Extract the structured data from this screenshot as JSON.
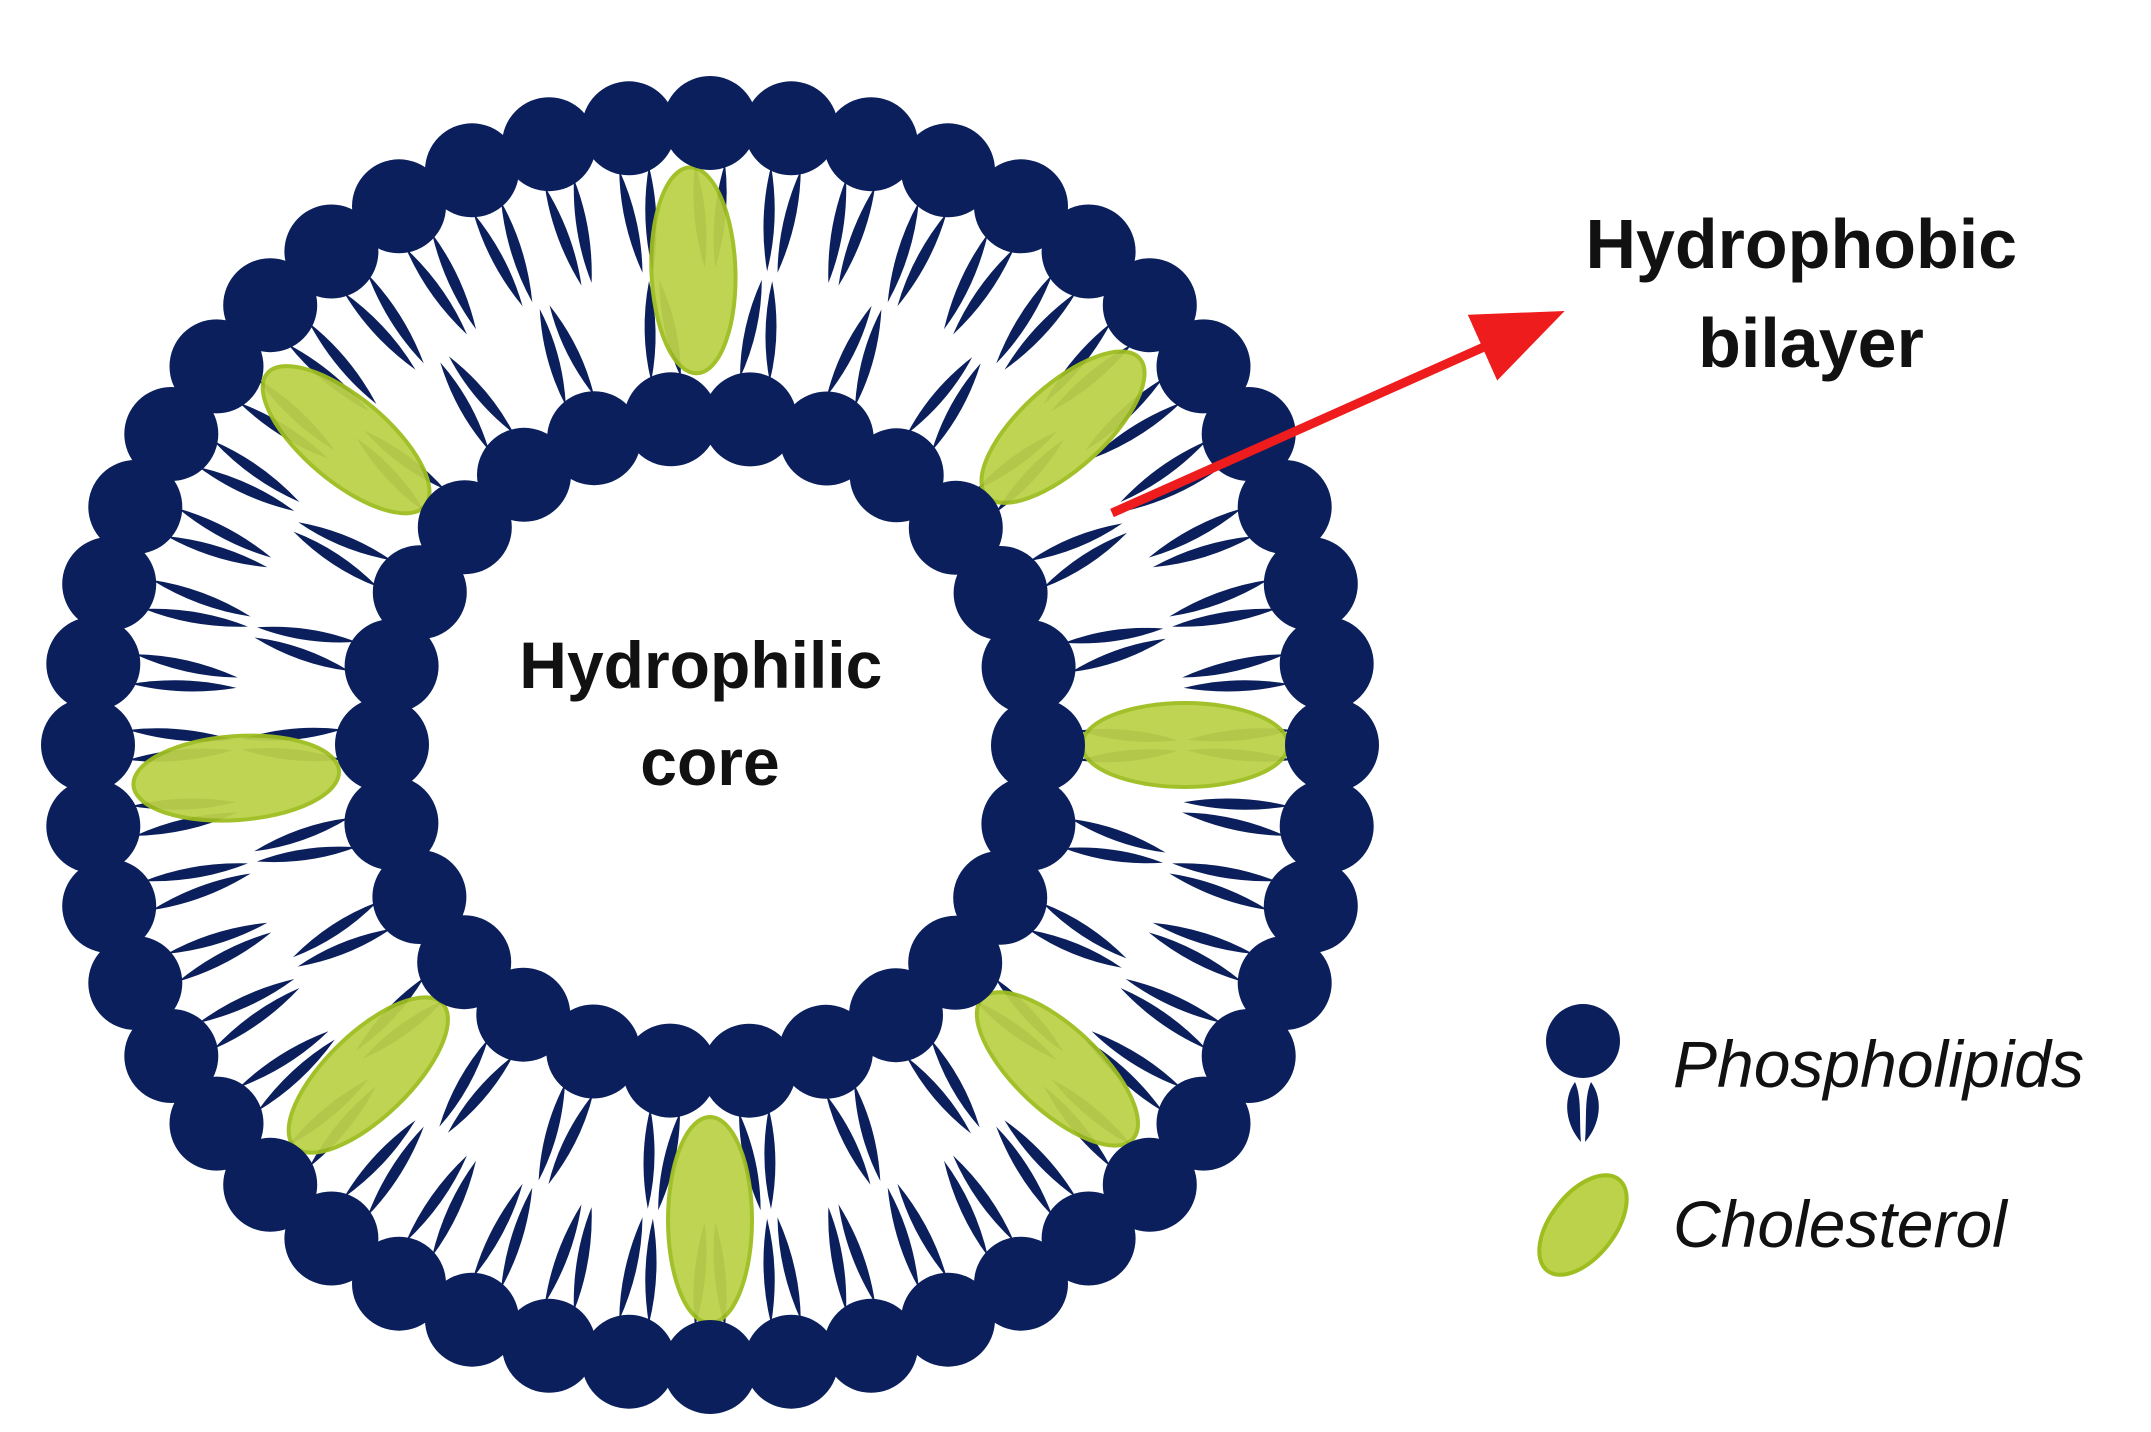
{
  "labels": {
    "hydrophilic_core": [
      "Hydrophilic",
      "core"
    ],
    "hydrophobic_bilayer": [
      "Hydrophobic",
      "bilayer"
    ]
  },
  "legend": {
    "phospholipids": "Phospholipids",
    "cholesterol": "Cholesterol"
  },
  "colors": {
    "phospholipid_head": "#0b1f5c",
    "cholesterol_fill": "#bcd24a",
    "cholesterol_stroke": "#9ebd1f",
    "arrow": "#ee1c1c"
  }
}
